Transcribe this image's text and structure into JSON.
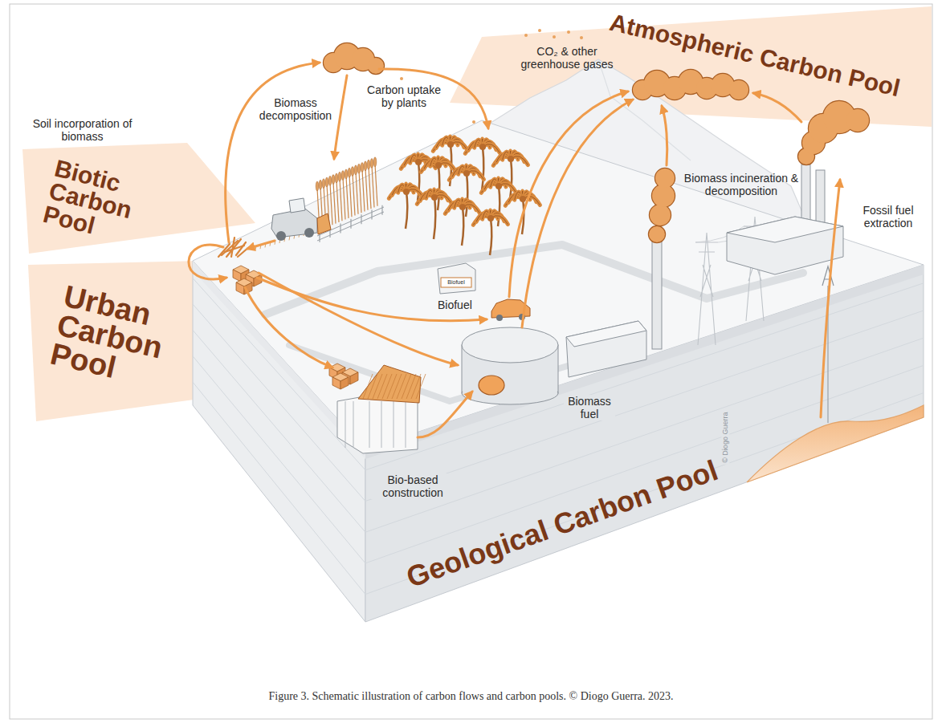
{
  "diagram": {
    "caption": "Figure 3. Schematic illustration of carbon flows and carbon pools. © Diogo Guerra. 2023.",
    "nodes": [
      {
        "text": [
          "Atmospheric Carbon Pool"
        ]
      },
      {
        "text": [
          "Biotic Carbon Pool"
        ]
      },
      {
        "text": [
          "Urban Carbon Pool"
        ]
      },
      {
        "text": [
          "Geological Carbon Pool"
        ]
      }
    ],
    "labels": [
      "CO₂ & other greenhouse gases",
      "Carbon uptake by plants",
      "Biomass decomposition",
      "Soil incorporation of biomass",
      "Biomass incineration & decomposition",
      "Biofuel",
      "Biofuel",
      "Biomass fuel",
      "Bio-based construction",
      "Fossil fuel extraction",
      "© Diogo Guerra"
    ]
  }
}
